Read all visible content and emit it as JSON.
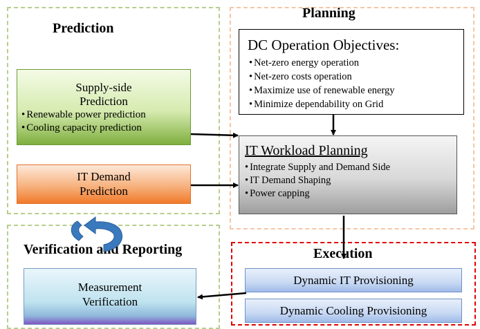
{
  "regions": {
    "prediction": {
      "heading": "Prediction"
    },
    "planning": {
      "heading": "Planning"
    },
    "verification": {
      "heading": "Verification and Reporting"
    },
    "execution": {
      "heading": "Execution"
    }
  },
  "supply_side": {
    "title_line1": "Supply-side",
    "title_line2": "Prediction",
    "bullets": [
      "Renewable power prediction",
      "Cooling capacity prediction"
    ]
  },
  "it_demand": {
    "line1": "IT Demand",
    "line2": "Prediction"
  },
  "objectives": {
    "title": "DC Operation Objectives:",
    "bullets": [
      "Net-zero energy operation",
      "Net-zero costs operation",
      "Maximize use of renewable energy",
      "Minimize dependability on Grid"
    ]
  },
  "workload": {
    "title": "IT Workload Planning",
    "bullets": [
      "Integrate Supply and Demand Side",
      "IT Demand Shaping",
      "Power capping"
    ]
  },
  "provisioning": {
    "it": "Dynamic IT Provisioning",
    "cooling": "Dynamic Cooling Provisioning"
  },
  "measurement": {
    "line1": "Measurement",
    "line2": "Verification"
  },
  "colors": {
    "prediction_border": "#b5cf8c",
    "planning_border": "#f5c6a4",
    "verification_border": "#b5cf8c",
    "execution_border": "#e00000",
    "supply_fill_top": "#f4fbe6",
    "supply_fill_bottom": "#7faf3e",
    "demand_fill_top": "#fde9d9",
    "demand_fill_bottom": "#f07a2a",
    "workload_fill_top": "#f5f5f5",
    "workload_fill_bottom": "#9e9e9e",
    "provision_fill_top": "#e9f0fb",
    "provision_fill_bottom": "#9fbbe8",
    "measurement_fill_top": "#eaf6fb",
    "measurement_fill_bottom": "#7e57c2",
    "cycle_arrow": "#3a79bd"
  },
  "icons": {
    "cycle": "circular-arrow-icon"
  }
}
